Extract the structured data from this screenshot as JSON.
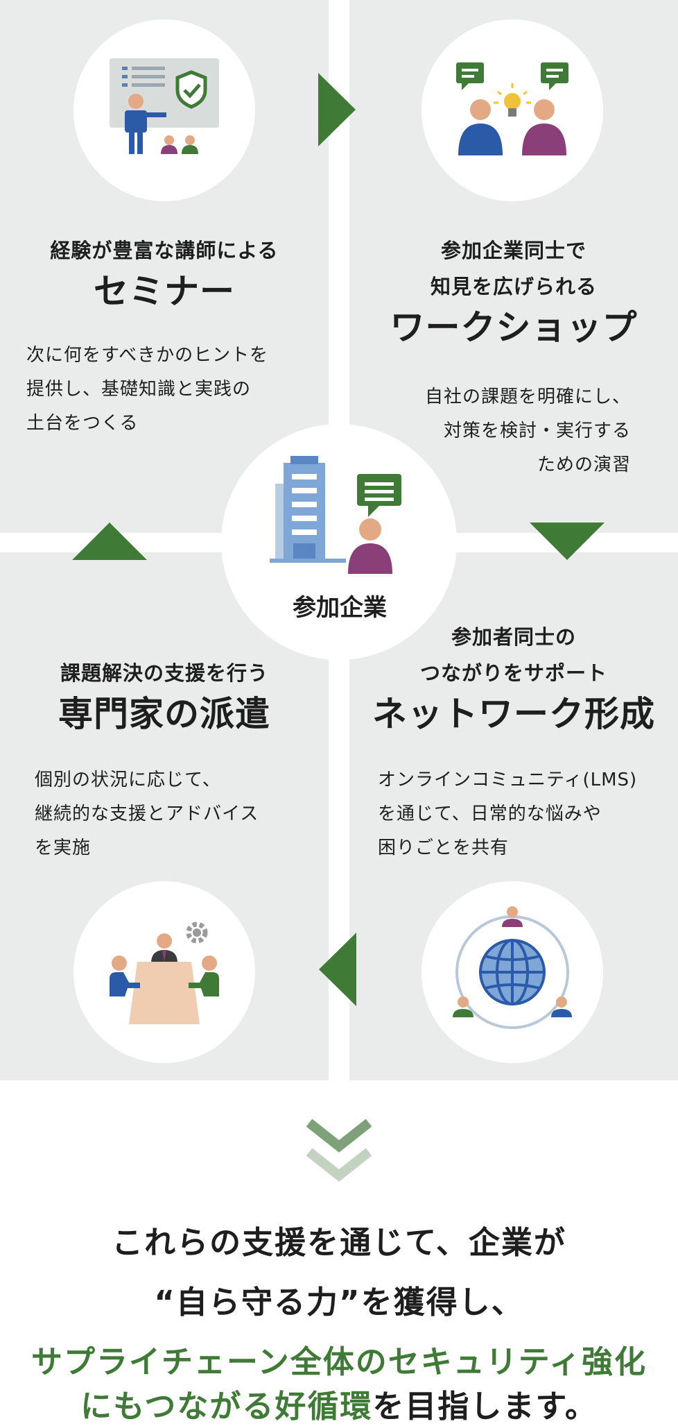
{
  "seminar": {
    "subtitle": "経験が豊富な講師による",
    "title": "セミナー",
    "description_lines": [
      "次に何をすべきかのヒントを",
      "提供し、基礎知識と実践の",
      "土台をつくる"
    ]
  },
  "workshop": {
    "subtitle_lines": [
      "参加企業同士で",
      "知見を広げられる"
    ],
    "title": "ワークショップ",
    "description_lines": [
      "自社の課題を明確にし、",
      "対策を検討・実行する",
      "ための演習"
    ]
  },
  "expert": {
    "subtitle": "課題解決の支援を行う",
    "title": "専門家の派遣",
    "description_lines": [
      "個別の状況に応じて、",
      "継続的な支援とアドバイス",
      "を実施"
    ]
  },
  "network": {
    "subtitle_lines": [
      "参加者同士の",
      "つながりをサポート"
    ],
    "title": "ネットワーク形成",
    "description_lines": [
      "オンラインコミュニティ(LMS)",
      "を通じて、日常的な悩みや",
      "困りごとを共有"
    ]
  },
  "center": {
    "label": "参加企業"
  },
  "conclusion": {
    "line1": "これらの支援を通じて、企業が",
    "line2": "“自ら守る力”を獲得し、",
    "line3": "サプライチェーン全体のセキュリティ強化",
    "line4_green": "にもつながる好循環",
    "line4_rest": "を目指します。"
  },
  "colors": {
    "panel": "#e9ecea",
    "accent_green": "#3f7a37",
    "light_green": "#a9bfa4",
    "blue": "#2a5aa8",
    "purple": "#8a3f78",
    "skin": "#e3a985"
  }
}
